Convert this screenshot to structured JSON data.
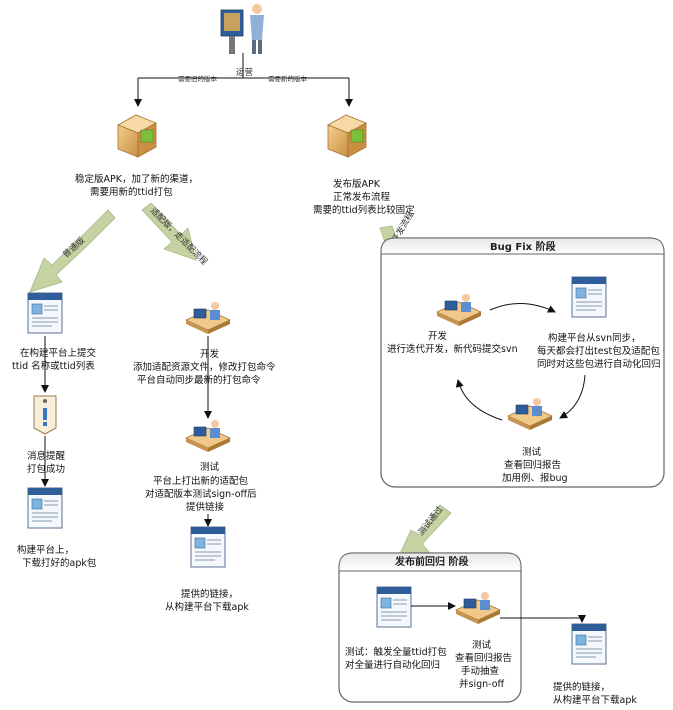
{
  "top": {
    "operations_label": "运营",
    "left_branch_label": "需要旧的版本",
    "right_branch_label": "需要新的版本"
  },
  "stable": {
    "line1": "稳定版APK，加了新的渠道，",
    "line2": "需要用新的ttid打包"
  },
  "release": {
    "line1": "发布版APK",
    "line2": "正常发布流程",
    "line3": "需要的ttid列表比较固定"
  },
  "arrows": {
    "normal": "普通版",
    "adapt": "适配版，走适配流程",
    "software_dev": "软件开发流程",
    "test_pass": "测试通过"
  },
  "left_flow": {
    "step1_line1": "在构建平台上提交",
    "step1_line2": "ttid 名称或ttid列表",
    "step2_line1": "消息提醒",
    "step2_line2": "打包成功",
    "step3_line1": "构建平台上，",
    "step3_line2": "下载打好的apk包"
  },
  "middle_flow": {
    "dev_title": "开发",
    "dev_line1": "添加适配资源文件，修改打包命令",
    "dev_line2": "平台自动同步最新的打包命令",
    "test_title": "测试",
    "test_line1": "平台上打出新的适配包",
    "test_line2": "对适配版本测试sign-off后",
    "test_line3": "提供链接",
    "final_line1": "提供的链接，",
    "final_line2": "从构建平台下载apk"
  },
  "bugfix": {
    "title": "Bug Fix 阶段",
    "dev_title": "开发",
    "dev_line1": "进行迭代开发，新代码提交svn",
    "build_line1": "构建平台从svn同步，",
    "build_line2": "每天都会打出test包及适配包",
    "build_line3": "同时对这些包进行自动化回归",
    "test_title": "测试",
    "test_line1": "查看回归报告",
    "test_line2": "加用例、报bug"
  },
  "prerelease": {
    "title": "发布前回归 阶段",
    "test1_line1": "测试：触发全量ttid打包",
    "test1_line2": "对全量进行自动化回归",
    "test2_title": "测试",
    "test2_line1": "查看回归报告",
    "test2_line2": "手动抽查",
    "test2_line3": "并sign-off",
    "final_line1": "提供的链接，",
    "final_line2": "从构建平台下载apk"
  },
  "colors": {
    "big_arrow": "#c5d3a3",
    "panel_stroke": "#666666",
    "panel_header": "#d8d8d8",
    "box_brown": "#d9a560",
    "screen_blue": "#2f5d9a"
  }
}
